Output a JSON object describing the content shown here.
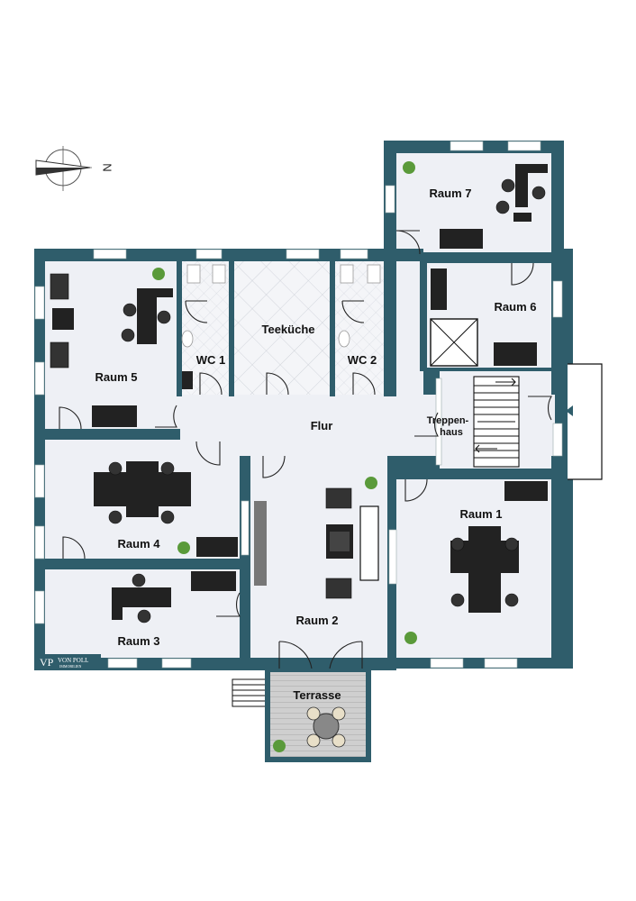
{
  "compass": {
    "north_letter": "N"
  },
  "rooms": {
    "raum7": "Raum 7",
    "raum6": "Raum 6",
    "raum5": "Raum 5",
    "teekueche": "Teeküche",
    "wc1": "WC 1",
    "wc2": "WC 2",
    "flur": "Flur",
    "treppenhaus_line1": "Treppen-",
    "treppenhaus_line2": "haus",
    "raum4": "Raum 4",
    "raum3": "Raum 3",
    "raum2": "Raum 2",
    "raum1": "Raum 1",
    "terrasse": "Terrasse"
  },
  "logo": {
    "monogram": "VP",
    "name": "VON POLL",
    "tagline": "IMMOBILIEN"
  },
  "colors": {
    "wall": "#2f5d6b",
    "floor": "#eef0f5",
    "furniture": "#222222",
    "plant": "#5a9a3a",
    "terrace": "#c9c9c9"
  }
}
